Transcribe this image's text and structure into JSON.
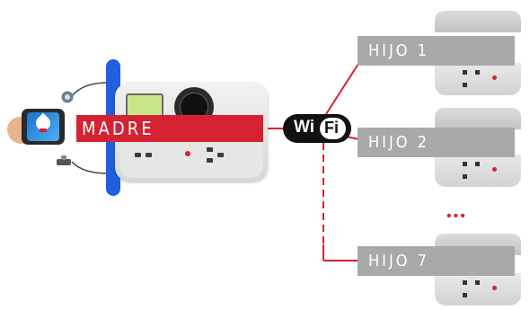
{
  "colors": {
    "accent_red": "#d52233",
    "label_gray": "#a9a9a9",
    "mount_blue": "#1f5fe0",
    "wifi_black": "#111111"
  },
  "madre": {
    "label": "MADRE"
  },
  "wifi": {
    "wi": "Wi",
    "fi": "Fi"
  },
  "hijos": [
    {
      "label": "HIJO 1"
    },
    {
      "label": "HIJO 2"
    },
    {
      "label": "HIJO 7"
    }
  ],
  "ellipsis": "•••",
  "icons": [
    "smartphone-icon",
    "flow-sensor-icon",
    "valve-sensor-icon",
    "wifi-icon"
  ]
}
